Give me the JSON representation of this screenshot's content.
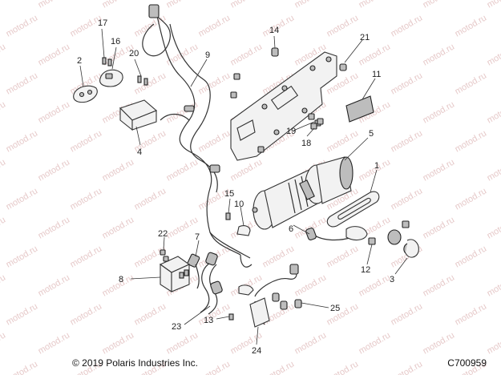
{
  "watermark_text": "motod.ru",
  "callouts": {
    "c1": "1",
    "c2": "2",
    "c3": "3",
    "c4": "4",
    "c5": "5",
    "c6": "6",
    "c7": "7",
    "c8": "8",
    "c9": "9",
    "c10": "10",
    "c11": "11",
    "c12": "12",
    "c13": "13",
    "c14": "14",
    "c15": "15",
    "c16": "16",
    "c17": "17",
    "c18": "18",
    "c19": "19",
    "c20": "20",
    "c21": "21",
    "c22": "22",
    "c23": "23",
    "c24": "24",
    "c25": "25"
  },
  "footer": {
    "copyright": "© 2019 Polaris Industries Inc.",
    "code": "C700959"
  }
}
